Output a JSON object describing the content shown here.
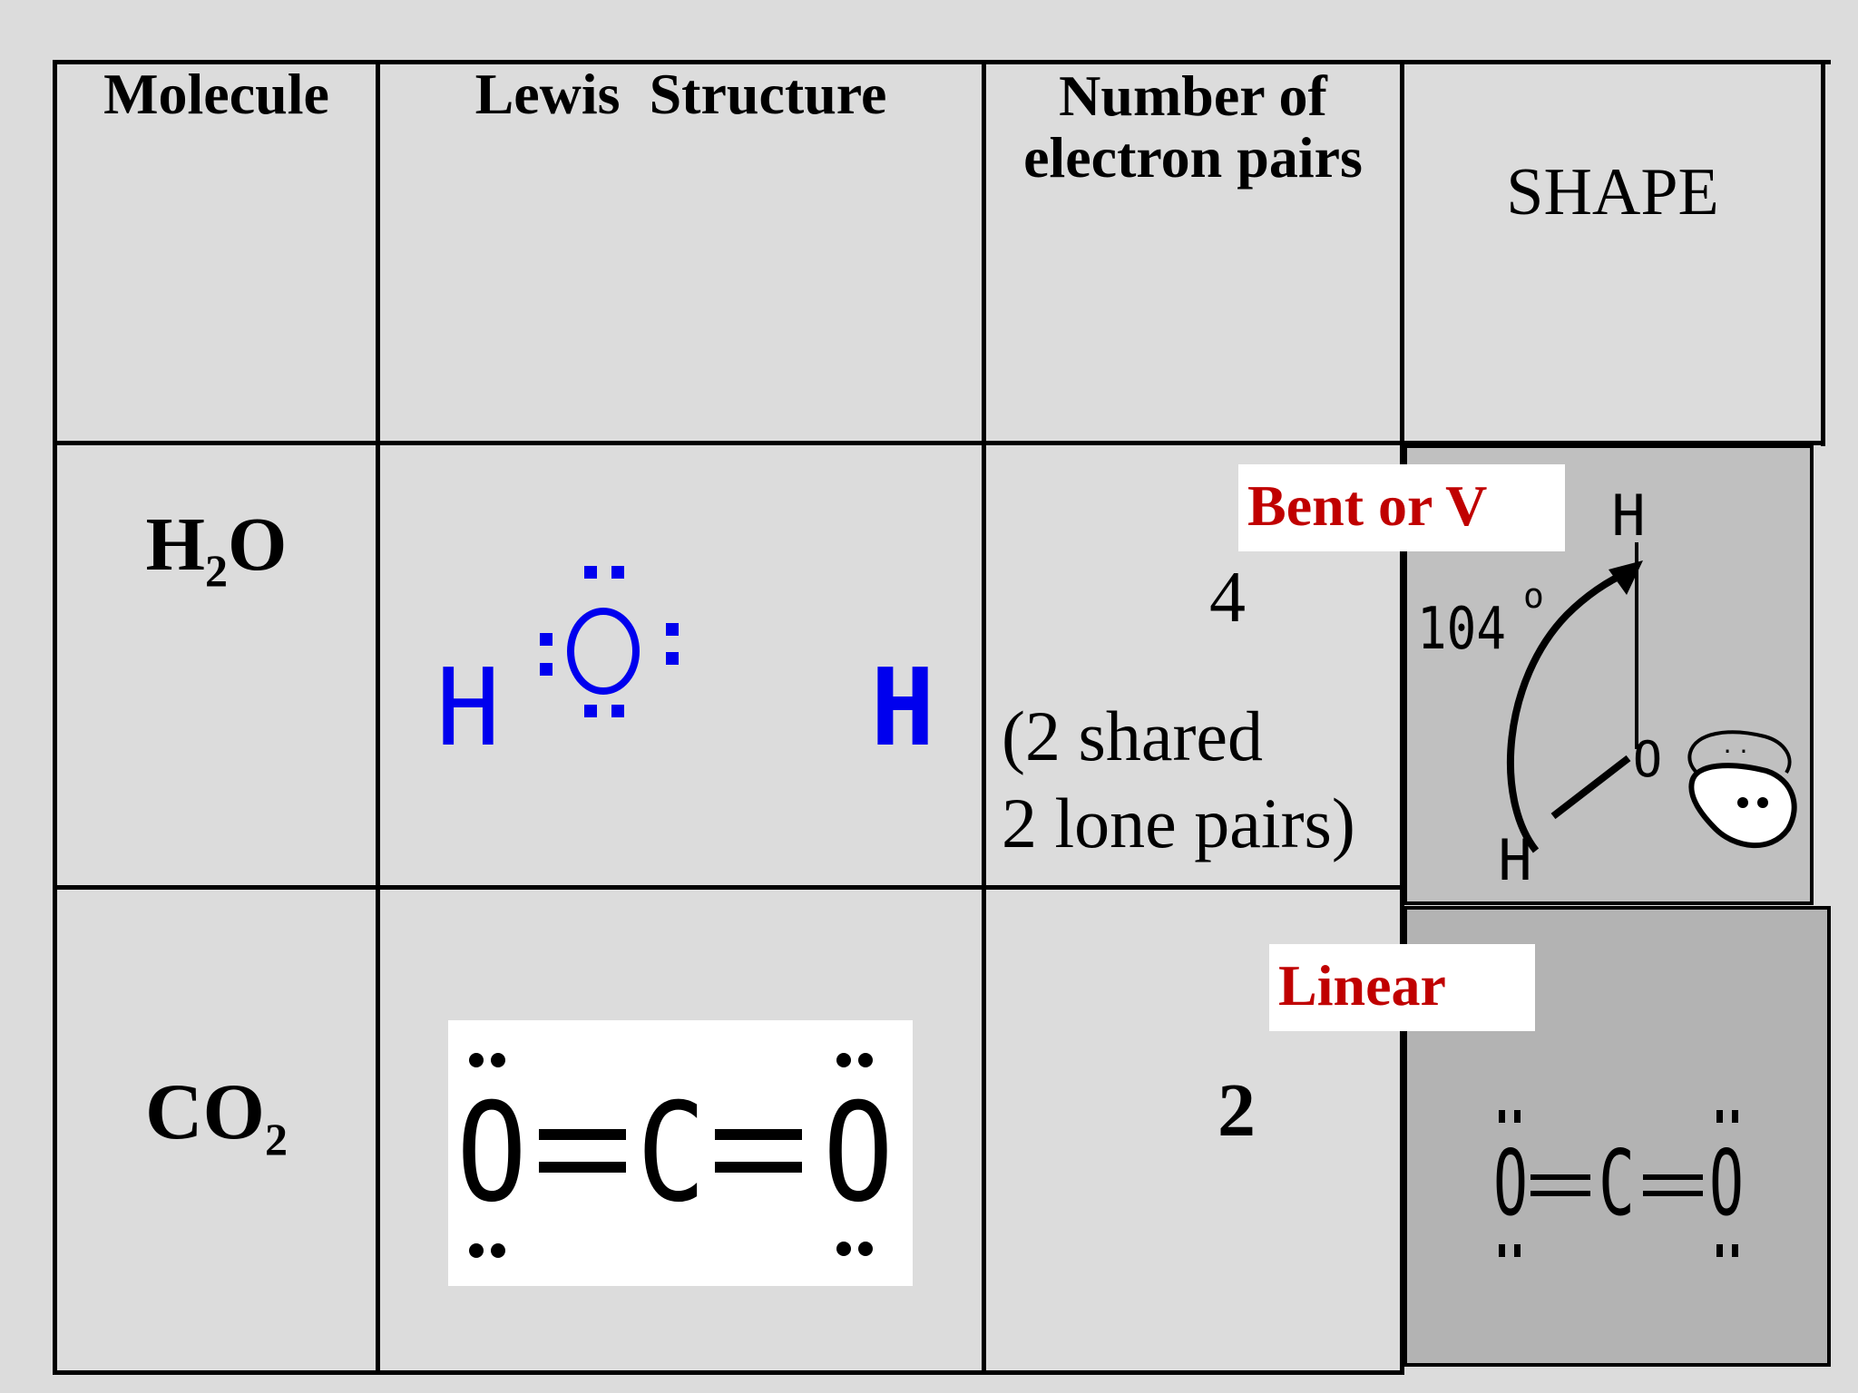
{
  "headers": {
    "molecule": "Molecule",
    "lewis": "Lewis  Structure",
    "pairs_line1": "Number of",
    "pairs_line2": "electron pairs",
    "shape": "SHAPE"
  },
  "rows": [
    {
      "formula_main": "H",
      "formula_sub": "2",
      "formula_end": "O",
      "pairs_count": "4",
      "pairs_note_line1": "(2 shared",
      "pairs_note_line2": "2 lone pairs)",
      "shape_label": "Bent or V",
      "angle_value": "104",
      "angle_unit": "o",
      "atoms": {
        "h": "H",
        "o": "O"
      }
    },
    {
      "formula_main": "CO",
      "formula_sub": "2",
      "pairs_count": "2",
      "shape_label": "Linear",
      "atoms": {
        "o": "O",
        "c": "C"
      }
    }
  ],
  "colors": {
    "background": "#dcdcdc",
    "lewis_blue": "#0000ee",
    "label_red": "#c00000",
    "shape_box_row1": "#c0c0c0",
    "shape_box_row2": "#b3b3b3"
  }
}
